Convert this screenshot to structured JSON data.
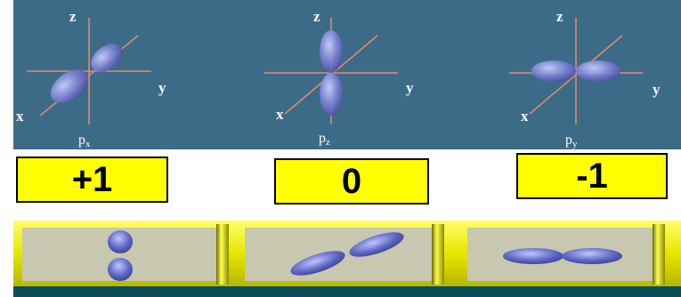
{
  "orbitals": [
    {
      "name": "p",
      "subscript": "x",
      "axis_labels": {
        "z": "z",
        "y": "y",
        "x": "x"
      }
    },
    {
      "name": "p",
      "subscript": "z",
      "axis_labels": {
        "z": "z",
        "y": "y",
        "x": "x"
      }
    },
    {
      "name": "p",
      "subscript": "y",
      "axis_labels": {
        "z": "z",
        "y": "y",
        "x": "x"
      }
    }
  ],
  "ml_values": [
    "+1",
    "0",
    "-1"
  ],
  "colors": {
    "panel": "#3c6b88",
    "axis": "#e88a6a",
    "lobe": "#7a82d6",
    "box": "#ffff00",
    "frame": "#f2f200"
  }
}
